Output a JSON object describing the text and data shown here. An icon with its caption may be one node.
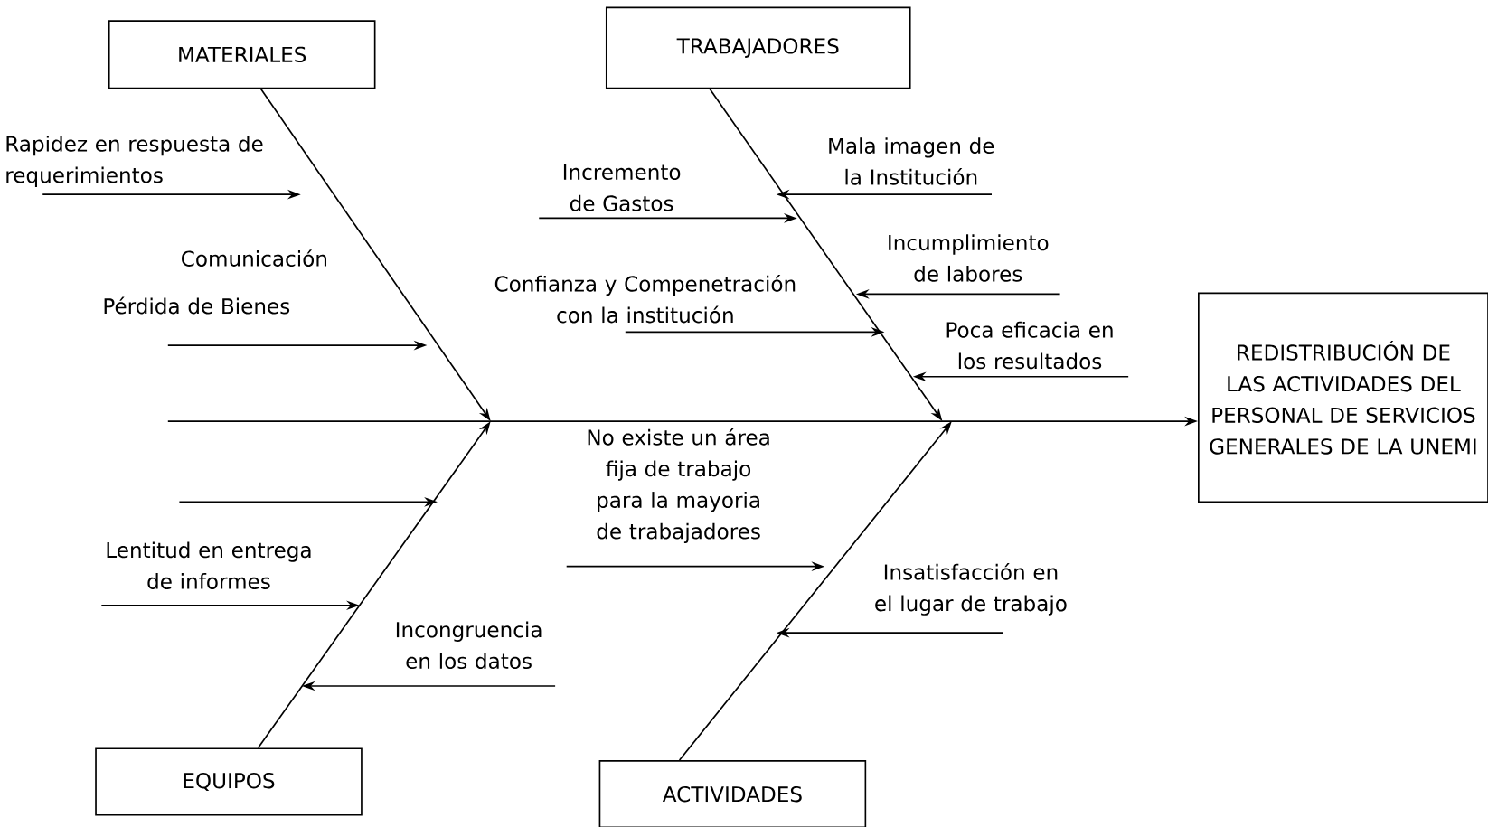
{
  "diagram": {
    "nodes": [
      {
        "text": [
          "MATERIALES"
        ]
      },
      {
        "text": [
          "TRABAJADORES"
        ]
      },
      {
        "text": [
          "Rapidez en respuesta de requerimientos"
        ]
      },
      {
        "text": [
          "Mala imagen de la Institución"
        ]
      },
      {
        "text": [
          "Incremento de Gastos"
        ]
      },
      {
        "text": [
          "Incumplimiento de labores"
        ]
      },
      {
        "text": [
          "Pérdida de Bienes"
        ]
      },
      {
        "text": [
          "Confianza y Compenetración con la institución"
        ]
      },
      {
        "text": [
          "Poca eficacia en los resultados"
        ]
      },
      {
        "text": [
          "REDISTRIBUCIÓN DE LAS ACTIVIDADES DEL PERSONAL DE SERVICIOS GENERALES DE LA UNEMI"
        ]
      },
      {
        "text": [
          "No existe un área fija de trabajo para la mayoria de trabajadores"
        ]
      },
      {
        "text": [
          "Lentitud en entrega de informes"
        ]
      },
      {
        "text": [
          "Insatisfacción en el lugar de trabajo"
        ]
      },
      {
        "text": [
          "Incongruencia en los datos"
        ]
      },
      {
        "text": [
          "EQUIPOS"
        ]
      },
      {
        "text": [
          "ACTIVIDADES"
        ]
      }
    ],
    "edges": [
      {
        "from": 0,
        "to": null,
        "arrow": "to"
      },
      {
        "from": 1,
        "to": null,
        "arrow": "to"
      },
      {
        "from": 14,
        "to": null,
        "arrow": "to"
      },
      {
        "from": 15,
        "to": null,
        "arrow": "to"
      },
      {
        "from": null,
        "to": 9,
        "arrow": "to"
      },
      {
        "from": 2,
        "to": null,
        "arrow": "to"
      },
      {
        "from": 3,
        "to": null,
        "arrow": "to"
      },
      {
        "from": 4,
        "to": null,
        "arrow": "to"
      },
      {
        "from": 5,
        "to": null,
        "arrow": "to"
      },
      {
        "from": 6,
        "to": null,
        "arrow": "to"
      },
      {
        "from": 7,
        "to": null,
        "arrow": "to"
      },
      {
        "from": 8,
        "to": null,
        "arrow": "to"
      },
      {
        "from": 10,
        "to": null,
        "arrow": "to"
      },
      {
        "from": 11,
        "to": null,
        "arrow": "to"
      },
      {
        "from": 12,
        "to": null,
        "arrow": "to"
      },
      {
        "from": 13,
        "to": null,
        "arrow": "to"
      }
    ],
    "labels": [
      "Comunicación"
    ]
  }
}
